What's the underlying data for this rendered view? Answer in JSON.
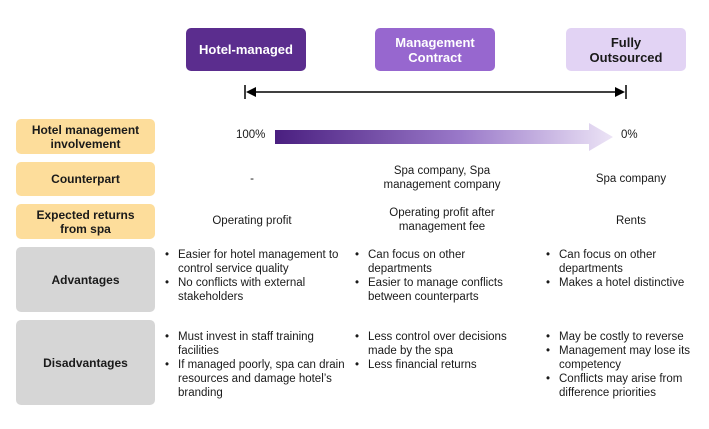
{
  "columns": {
    "hotel_managed": "Hotel-managed",
    "management_contract": "Management Contract",
    "fully_outsourced": "Fully Outsourced"
  },
  "rows": {
    "involvement": {
      "label": "Hotel management involvement",
      "start": "100%",
      "end": "0%"
    },
    "counterpart": {
      "label": "Counterpart",
      "hotel_managed": "-",
      "management_contract": "Spa company, Spa management company",
      "fully_outsourced": "Spa company"
    },
    "expected_returns": {
      "label": "Expected returns from spa",
      "hotel_managed": "Operating profit",
      "management_contract": "Operating profit after management fee",
      "fully_outsourced": "Rents"
    },
    "advantages": {
      "label": "Advantages",
      "hotel_managed": [
        "Easier for hotel management to control service quality",
        "No conflicts with external stakeholders"
      ],
      "management_contract": [
        "Can focus on other departments",
        "Easier to manage conflicts between counterparts"
      ],
      "fully_outsourced": [
        "Can focus on other departments",
        "Makes a hotel distinctive"
      ]
    },
    "disadvantages": {
      "label": "Disadvantages",
      "hotel_managed": [
        "Must invest in staff training facilities",
        "If managed poorly, spa can drain resources and damage hotel’s branding"
      ],
      "management_contract": [
        "Less control over decisions made by the spa",
        "Less financial returns"
      ],
      "fully_outsourced": [
        "May be costly to reverse",
        "Management may lose its competency",
        "Conflicts may arise from difference priorities"
      ]
    }
  },
  "colors": {
    "header_dark": "#5b2d8e",
    "header_mid": "#9767cf",
    "header_light": "#e2d3f4",
    "row_label_tan": "#fddd9b",
    "row_label_gray": "#d6d6d6"
  }
}
